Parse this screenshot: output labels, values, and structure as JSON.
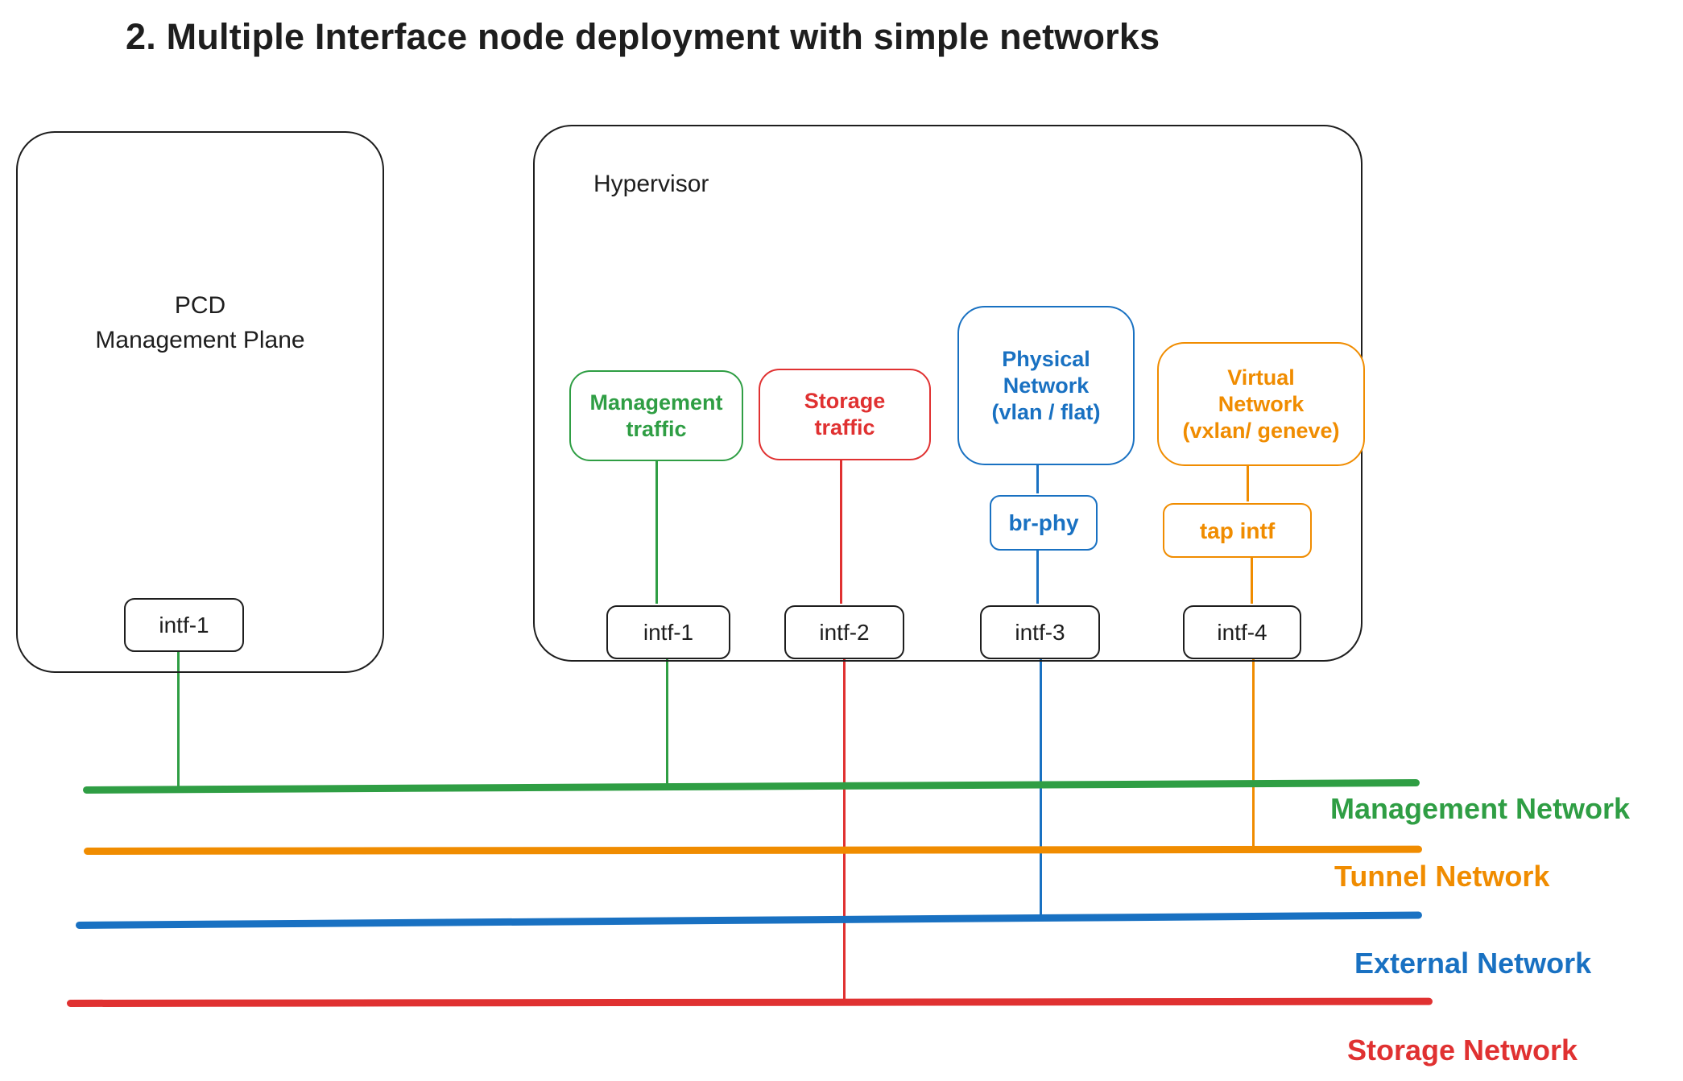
{
  "title": "2. Multiple Interface node deployment with simple networks",
  "palette": {
    "dark": "#1e1e1e",
    "green": "#2f9e44",
    "red": "#e03131",
    "blue": "#1971c2",
    "orange": "#f08c00"
  },
  "pcd": {
    "lines": [
      "PCD",
      "Management Plane"
    ],
    "interface": "intf-1"
  },
  "hypervisor": {
    "label": "Hypervisor",
    "traffic_boxes": [
      {
        "name": "management-traffic",
        "color": "#2f9e44",
        "lines": [
          "Management",
          "traffic"
        ]
      },
      {
        "name": "storage-traffic",
        "color": "#e03131",
        "lines": [
          "Storage",
          "traffic"
        ]
      },
      {
        "name": "physical-network",
        "color": "#1971c2",
        "lines": [
          "Physical",
          "Network",
          "(vlan / flat)"
        ]
      },
      {
        "name": "virtual-network",
        "color": "#f08c00",
        "lines": [
          "Virtual",
          "Network",
          "(vxlan/ geneve)"
        ]
      }
    ],
    "bridges": [
      {
        "name": "br-phy",
        "color": "#1971c2",
        "label": "br-phy"
      },
      {
        "name": "tap-intf",
        "color": "#f08c00",
        "label": "tap intf"
      }
    ],
    "interfaces": [
      "intf-1",
      "intf-2",
      "intf-3",
      "intf-4"
    ]
  },
  "networks": [
    {
      "name": "management-network",
      "label": "Management Network",
      "color": "#2f9e44"
    },
    {
      "name": "tunnel-network",
      "label": "Tunnel Network",
      "color": "#f08c00"
    },
    {
      "name": "external-network",
      "label": "External Network",
      "color": "#1971c2"
    },
    {
      "name": "storage-network",
      "label": "Storage Network",
      "color": "#e03131"
    }
  ]
}
